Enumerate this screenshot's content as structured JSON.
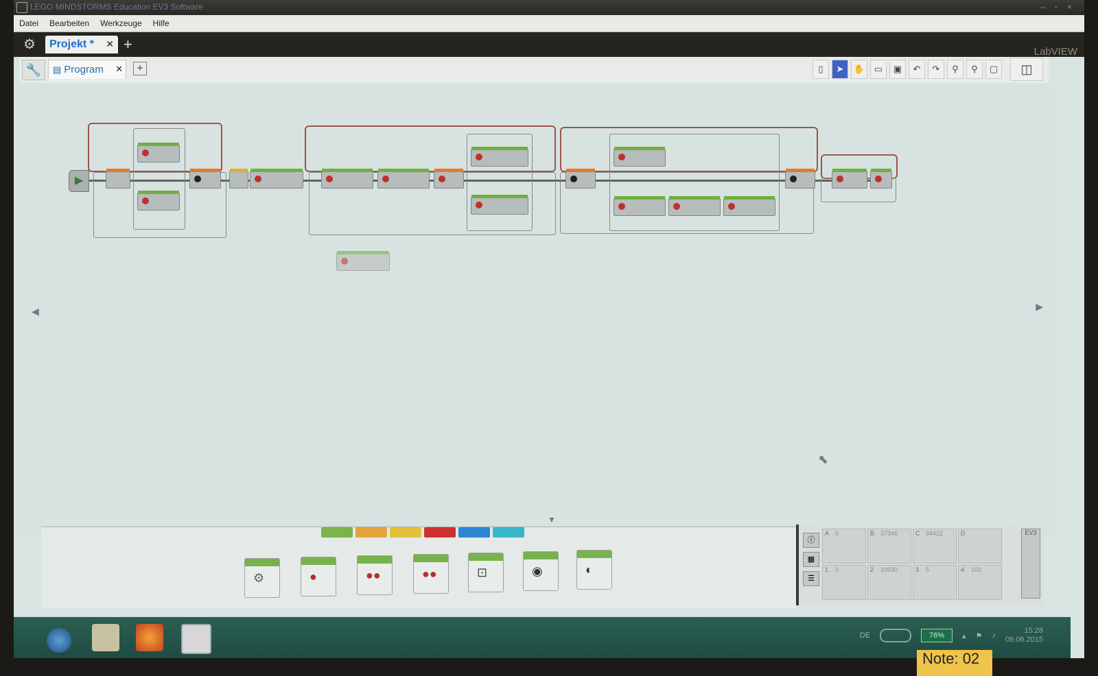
{
  "window": {
    "title": "LEGO MINDSTORMS Education EV3 Software"
  },
  "menubar": {
    "items": [
      "Datei",
      "Bearbeiten",
      "Werkzeuge",
      "Hilfe"
    ]
  },
  "project_tab": {
    "label": "Projekt *",
    "close": "✕",
    "add": "+"
  },
  "program_tab": {
    "label": "Program",
    "close": "✕",
    "add": "+"
  },
  "labview": "LabVIEW",
  "palette": {
    "tab_colors": [
      "#7db34c",
      "#e3a53a",
      "#e2c23b",
      "#cf3131",
      "#2d86d1",
      "#36b6c7"
    ]
  },
  "hardware": {
    "ports": [
      {
        "label": "A",
        "value": "0"
      },
      {
        "label": "B",
        "value": "37346"
      },
      {
        "label": "C",
        "value": "94422"
      },
      {
        "label": "D",
        "value": ""
      },
      {
        "label": "1",
        "value": "0"
      },
      {
        "label": "2",
        "value": "10930"
      },
      {
        "label": "3",
        "value": "5"
      },
      {
        "label": "4",
        "value": "102"
      }
    ],
    "brick": "EV3"
  },
  "taskbar": {
    "language": "DE",
    "battery": "76%",
    "time": "15:28",
    "date": "09.06.2015"
  },
  "sticker": "Note: 02"
}
